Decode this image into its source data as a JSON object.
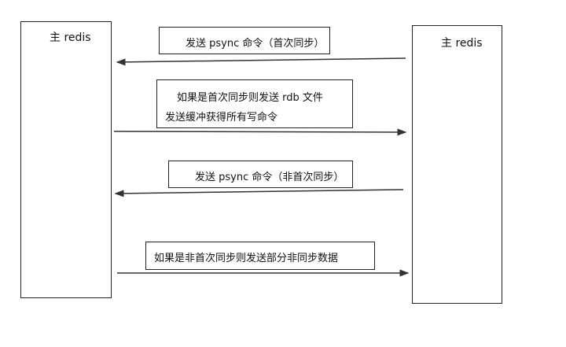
{
  "left_node": {
    "label": "主 redis"
  },
  "right_node": {
    "label": "主 redis"
  },
  "messages": [
    {
      "lines": [
        "发送 psync 命令（首次同步）"
      ],
      "direction": "right-to-left"
    },
    {
      "lines": [
        "如果是首次同步则发送 rdb 文件",
        "发送缓冲获得所有写命令"
      ],
      "direction": "left-to-right"
    },
    {
      "lines": [
        "发送 psync 命令（非首次同步）"
      ],
      "direction": "right-to-left"
    },
    {
      "lines": [
        "如果是非首次同步则发送部分非同步数据"
      ],
      "direction": "left-to-right"
    }
  ]
}
